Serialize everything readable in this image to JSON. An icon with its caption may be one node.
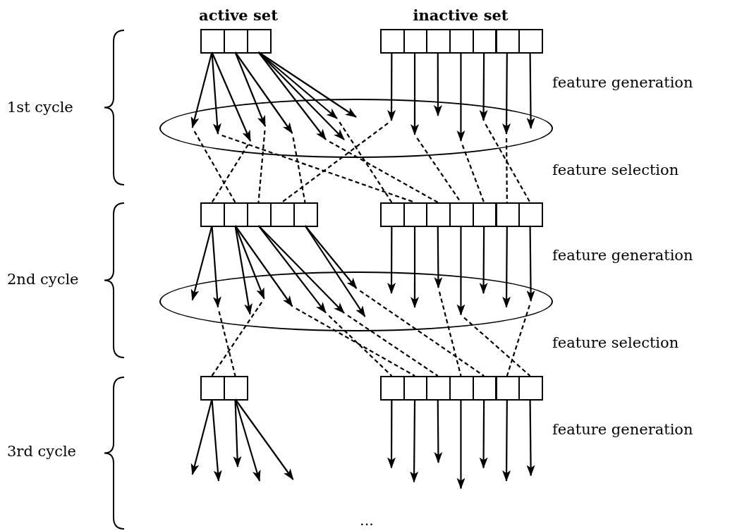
{
  "diagram": {
    "nodes": [
      {
        "text": [],
        "shape": "box"
      },
      {
        "text": [],
        "shape": "box"
      },
      {
        "text": [],
        "shape": "box"
      },
      {
        "text": [],
        "shape": "box"
      },
      {
        "text": [],
        "shape": "box"
      },
      {
        "text": [],
        "shape": "box"
      },
      {
        "text": [],
        "shape": "box"
      },
      {
        "text": [],
        "shape": "box"
      },
      {
        "text": [],
        "shape": "box"
      },
      {
        "text": [],
        "shape": "box"
      },
      {
        "text": [],
        "shape": "ellipse"
      },
      {
        "text": [],
        "shape": "box"
      },
      {
        "text": [],
        "shape": "box"
      },
      {
        "text": [],
        "shape": "box"
      },
      {
        "text": [],
        "shape": "box"
      },
      {
        "text": [],
        "shape": "box"
      },
      {
        "text": [],
        "shape": "box"
      },
      {
        "text": [],
        "shape": "box"
      },
      {
        "text": [],
        "shape": "box"
      },
      {
        "text": [],
        "shape": "box"
      },
      {
        "text": [],
        "shape": "box"
      },
      {
        "text": [],
        "shape": "box"
      },
      {
        "text": [],
        "shape": "box"
      },
      {
        "text": [],
        "shape": "ellipse"
      },
      {
        "text": [],
        "shape": "box"
      },
      {
        "text": [],
        "shape": "box"
      },
      {
        "text": [],
        "shape": "box"
      },
      {
        "text": [],
        "shape": "box"
      },
      {
        "text": [],
        "shape": "box"
      },
      {
        "text": [],
        "shape": "box"
      },
      {
        "text": [],
        "shape": "box"
      },
      {
        "text": [],
        "shape": "box"
      },
      {
        "text": [],
        "shape": "box"
      }
    ],
    "edges": [
      {
        "from": 0,
        "to": 10,
        "arrow": "to"
      },
      {
        "from": 0,
        "to": 10,
        "arrow": "to"
      },
      {
        "from": 0,
        "to": 10,
        "arrow": "to"
      },
      {
        "from": 1,
        "to": 10,
        "arrow": "to"
      },
      {
        "from": 1,
        "to": 10,
        "arrow": "to"
      },
      {
        "from": 2,
        "to": 10,
        "arrow": "to"
      },
      {
        "from": 2,
        "to": 10,
        "arrow": "to"
      },
      {
        "from": 2,
        "to": 10,
        "arrow": "to"
      },
      {
        "from": 2,
        "to": 10,
        "arrow": "to"
      },
      {
        "from": 3,
        "to": 10,
        "arrow": "to"
      },
      {
        "from": 4,
        "to": 10,
        "arrow": "to"
      },
      {
        "from": 5,
        "to": 10,
        "arrow": "to"
      },
      {
        "from": 6,
        "to": 10,
        "arrow": "to"
      },
      {
        "from": 7,
        "to": 10,
        "arrow": "to"
      },
      {
        "from": 8,
        "to": 10,
        "arrow": "to"
      },
      {
        "from": 9,
        "to": 10,
        "arrow": "to"
      },
      {
        "from": 10,
        "to": 12,
        "arrow": "none",
        "style": "dashed"
      },
      {
        "from": 10,
        "to": 17,
        "arrow": "none",
        "style": "dashed"
      },
      {
        "from": 10,
        "to": 11,
        "arrow": "none",
        "style": "dashed"
      },
      {
        "from": 10,
        "to": 13,
        "arrow": "none",
        "style": "dashed"
      },
      {
        "from": 10,
        "to": 15,
        "arrow": "none",
        "style": "dashed"
      },
      {
        "from": 10,
        "to": 18,
        "arrow": "none",
        "style": "dashed"
      },
      {
        "from": 10,
        "to": 16,
        "arrow": "none",
        "style": "dashed"
      },
      {
        "from": 10,
        "to": 14,
        "arrow": "none",
        "style": "dashed"
      },
      {
        "from": 10,
        "to": 19,
        "arrow": "none",
        "style": "dashed"
      },
      {
        "from": 10,
        "to": 20,
        "arrow": "none",
        "style": "dashed"
      },
      {
        "from": 10,
        "to": 22,
        "arrow": "none",
        "style": "dashed"
      },
      {
        "from": 10,
        "to": 21,
        "arrow": "none",
        "style": "dashed"
      },
      {
        "from": 11,
        "to": 23,
        "arrow": "to"
      },
      {
        "from": 11,
        "to": 23,
        "arrow": "to"
      },
      {
        "from": 12,
        "to": 23,
        "arrow": "to"
      },
      {
        "from": 12,
        "to": 23,
        "arrow": "to"
      },
      {
        "from": 12,
        "to": 23,
        "arrow": "to"
      },
      {
        "from": 13,
        "to": 23,
        "arrow": "to"
      },
      {
        "from": 13,
        "to": 23,
        "arrow": "to"
      },
      {
        "from": 15,
        "to": 23,
        "arrow": "to"
      },
      {
        "from": 15,
        "to": 23,
        "arrow": "to"
      },
      {
        "from": 16,
        "to": 23,
        "arrow": "to"
      },
      {
        "from": 17,
        "to": 23,
        "arrow": "to"
      },
      {
        "from": 18,
        "to": 23,
        "arrow": "to"
      },
      {
        "from": 19,
        "to": 23,
        "arrow": "to"
      },
      {
        "from": 20,
        "to": 23,
        "arrow": "to"
      },
      {
        "from": 21,
        "to": 23,
        "arrow": "to"
      },
      {
        "from": 22,
        "to": 23,
        "arrow": "to"
      },
      {
        "from": 23,
        "to": 25,
        "arrow": "none",
        "style": "dashed"
      },
      {
        "from": 23,
        "to": 24,
        "arrow": "none",
        "style": "dashed"
      },
      {
        "from": 23,
        "to": 27,
        "arrow": "none",
        "style": "dashed"
      },
      {
        "from": 23,
        "to": 26,
        "arrow": "none",
        "style": "dashed"
      },
      {
        "from": 23,
        "to": 28,
        "arrow": "none",
        "style": "dashed"
      },
      {
        "from": 23,
        "to": 30,
        "arrow": "none",
        "style": "dashed"
      },
      {
        "from": 23,
        "to": 29,
        "arrow": "none",
        "style": "dashed"
      },
      {
        "from": 23,
        "to": 32,
        "arrow": "none",
        "style": "dashed"
      },
      {
        "from": 23,
        "to": 31,
        "arrow": "none",
        "style": "dashed"
      },
      {
        "from": 24,
        "to": null,
        "arrow": "to"
      },
      {
        "from": 24,
        "to": null,
        "arrow": "to"
      },
      {
        "from": 25,
        "to": null,
        "arrow": "to"
      },
      {
        "from": 25,
        "to": null,
        "arrow": "to"
      },
      {
        "from": 25,
        "to": null,
        "arrow": "to"
      },
      {
        "from": 26,
        "to": null,
        "arrow": "to"
      },
      {
        "from": 27,
        "to": null,
        "arrow": "to"
      },
      {
        "from": 28,
        "to": null,
        "arrow": "to"
      },
      {
        "from": 29,
        "to": null,
        "arrow": "to"
      },
      {
        "from": 30,
        "to": null,
        "arrow": "to"
      },
      {
        "from": 31,
        "to": null,
        "arrow": "to"
      },
      {
        "from": 32,
        "to": null,
        "arrow": "to"
      }
    ],
    "labels": [
      "active set",
      "inactive set",
      "feature generation",
      "1st cycle",
      "feature selection",
      "feature generation",
      "2nd cycle",
      "feature selection",
      "feature generation",
      "3rd cycle",
      "..."
    ]
  }
}
